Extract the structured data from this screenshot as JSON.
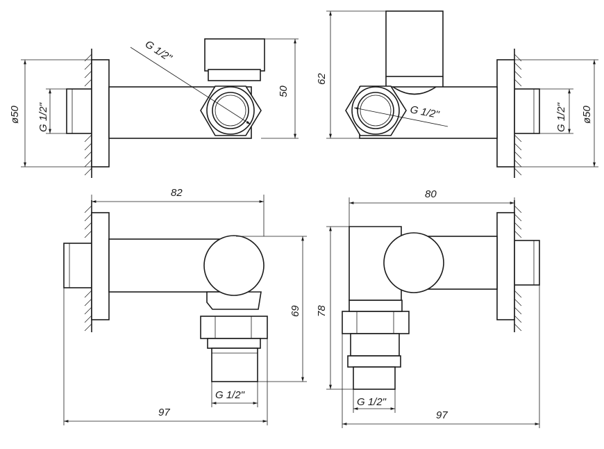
{
  "views": {
    "top_left": {
      "thread_label": "G 1/2\"",
      "outlet_thread_label": "G 1/2\"",
      "flange_diameter": "ø50",
      "height_dim": "50"
    },
    "top_right": {
      "thread_label": "G 1/2\"",
      "outlet_thread_label": "G 1/2\"",
      "flange_diameter": "ø50",
      "height_dim": "62"
    },
    "bottom_left": {
      "width_dim": "82",
      "height_dim": "69",
      "outlet_thread_label": "G 1/2\"",
      "overall_length": "97"
    },
    "bottom_right": {
      "width_dim": "80",
      "height_dim": "78",
      "outlet_thread_label": "G 1/2\"",
      "overall_length": "97"
    }
  }
}
